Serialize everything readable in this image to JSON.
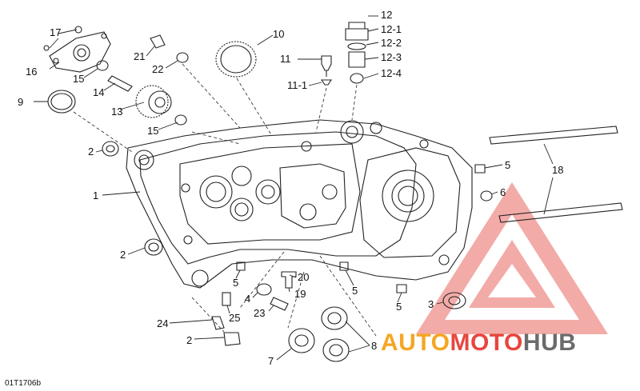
{
  "drawing_code": "01T1706b",
  "watermark": {
    "part1": "AUTO",
    "part2": "MOTO",
    "part3": "HUB",
    "color_orange": "#f5a623",
    "color_red": "#e8463e",
    "color_gray": "#6b6b6b"
  },
  "callouts": [
    {
      "id": "c17",
      "text": "17"
    },
    {
      "id": "c16",
      "text": "16"
    },
    {
      "id": "c15a",
      "text": "15"
    },
    {
      "id": "c14",
      "text": "14"
    },
    {
      "id": "c13",
      "text": "13"
    },
    {
      "id": "c15b",
      "text": "15"
    },
    {
      "id": "c9",
      "text": "9"
    },
    {
      "id": "c21",
      "text": "21"
    },
    {
      "id": "c22",
      "text": "22"
    },
    {
      "id": "c10",
      "text": "10"
    },
    {
      "id": "c11",
      "text": "11"
    },
    {
      "id": "c11-1",
      "text": "11-1"
    },
    {
      "id": "c12",
      "text": "12"
    },
    {
      "id": "c12-1",
      "text": "12-1"
    },
    {
      "id": "c12-2",
      "text": "12-2"
    },
    {
      "id": "c12-3",
      "text": "12-3"
    },
    {
      "id": "c12-4",
      "text": "12-4"
    },
    {
      "id": "c2a",
      "text": "2"
    },
    {
      "id": "c1",
      "text": "1"
    },
    {
      "id": "c2b",
      "text": "2"
    },
    {
      "id": "c5a",
      "text": "5"
    },
    {
      "id": "c4",
      "text": "4"
    },
    {
      "id": "c20",
      "text": "20"
    },
    {
      "id": "c19",
      "text": "19"
    },
    {
      "id": "c25",
      "text": "25"
    },
    {
      "id": "c23",
      "text": "23"
    },
    {
      "id": "c24",
      "text": "24"
    },
    {
      "id": "c2c",
      "text": "2"
    },
    {
      "id": "c5b",
      "text": "5"
    },
    {
      "id": "c5c",
      "text": "5"
    },
    {
      "id": "c5d",
      "text": "5"
    },
    {
      "id": "c6",
      "text": "6"
    },
    {
      "id": "c18",
      "text": "18"
    },
    {
      "id": "c3",
      "text": "3"
    },
    {
      "id": "c7",
      "text": "7"
    },
    {
      "id": "c8",
      "text": "8"
    }
  ]
}
